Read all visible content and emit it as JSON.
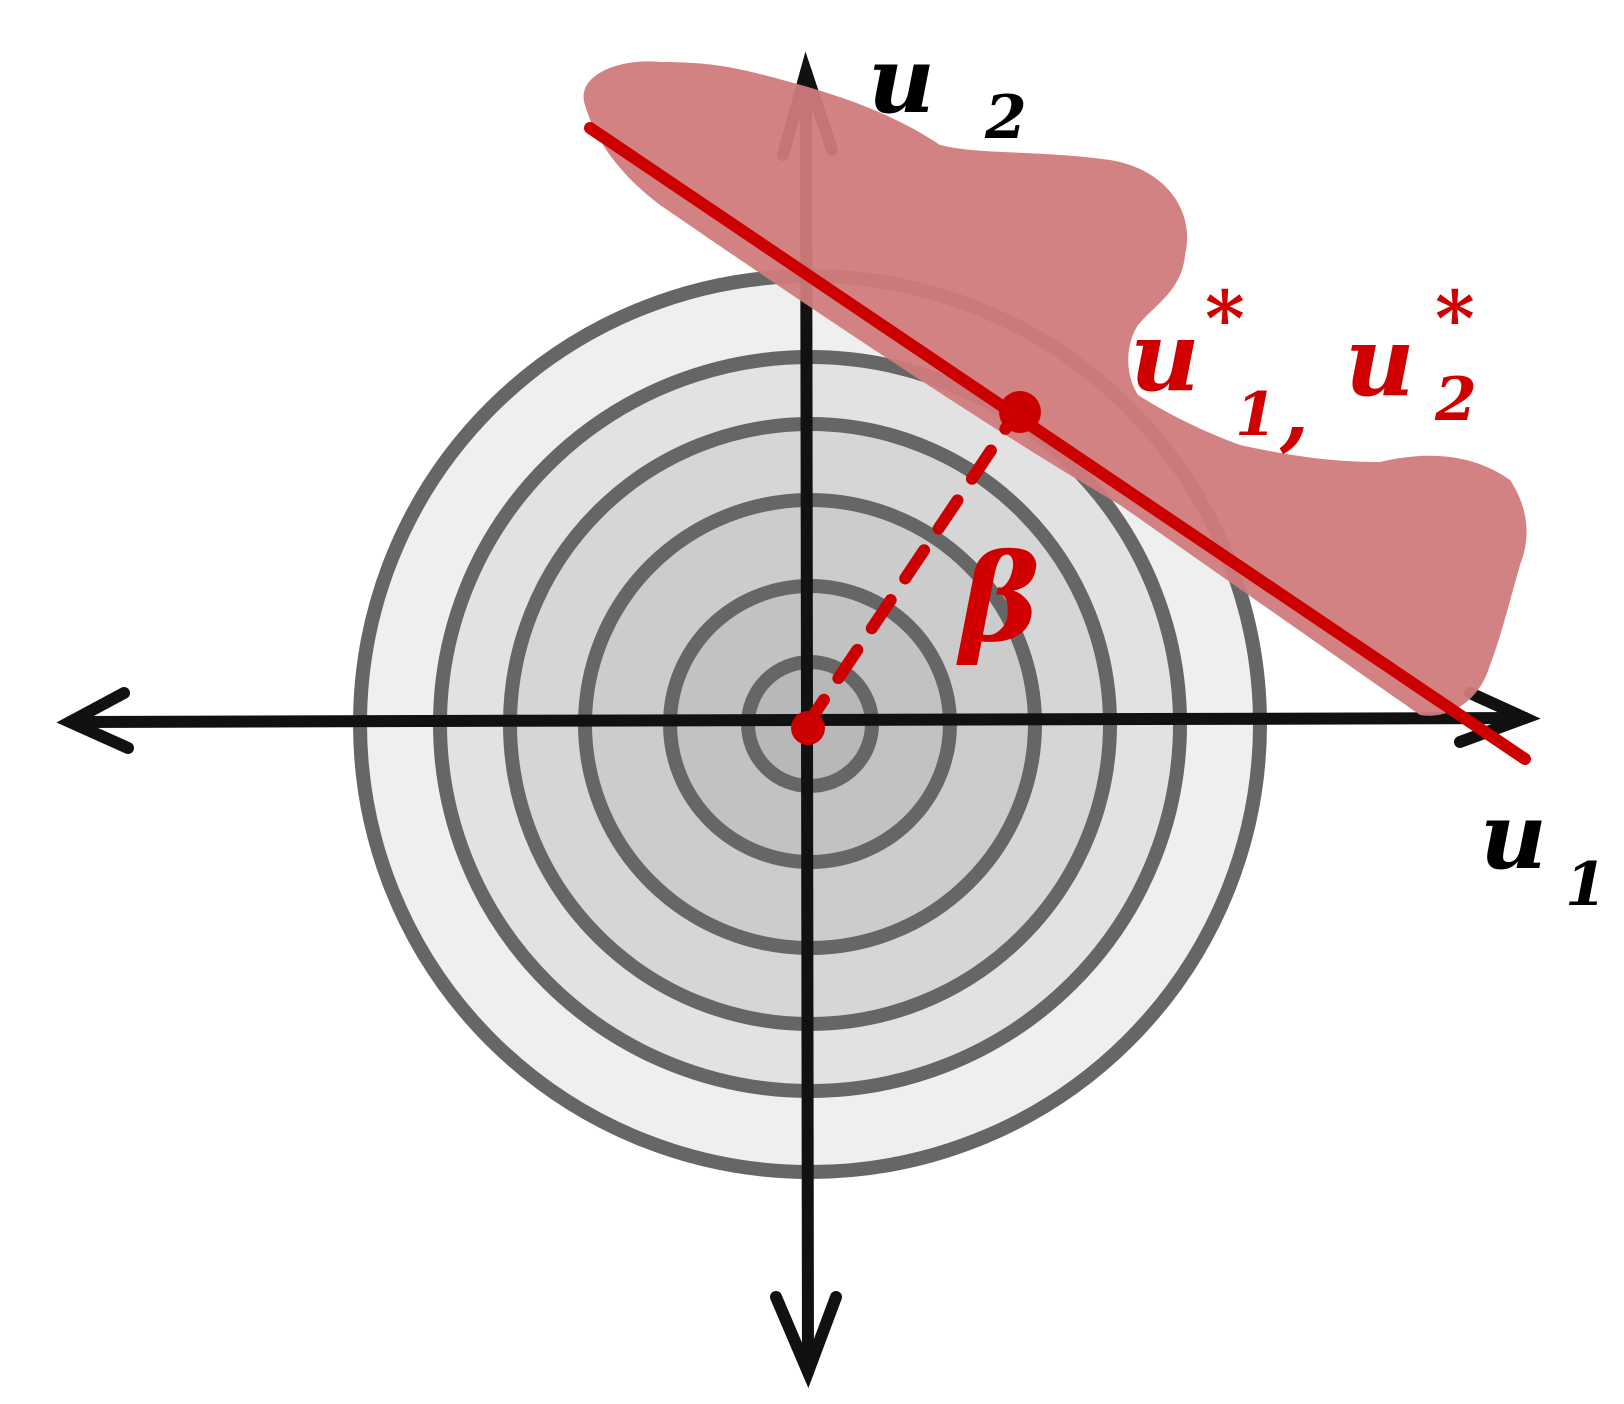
{
  "labels": {
    "u2_main": "u",
    "u2_sub": "2",
    "u1_main": "u",
    "u1_sub": "1",
    "beta": "β",
    "point_u1_main": "u",
    "point_u1_sup": "*",
    "point_u1_sub": "1",
    "comma": ",",
    "point_u2_main": "u",
    "point_u2_sup": "*",
    "point_u2_sub": "2"
  },
  "colors": {
    "axis": "#111111",
    "contour_stroke": "#666666",
    "ring_fills": [
      "#efefef",
      "#e2e2e2",
      "#d6d6d6",
      "#cccccc",
      "#c2c2c2",
      "#b8b8b8"
    ],
    "failure_region": "#d07b7b",
    "limit_state_line": "#cc0000",
    "design_point": "#cc0000",
    "red_text": "#d10000"
  },
  "icons": {
    "left_arrow": "arrow-left-icon",
    "right_arrow": "arrow-right-icon",
    "up_arrow": "arrow-up-icon",
    "down_arrow": "arrow-down-icon"
  }
}
